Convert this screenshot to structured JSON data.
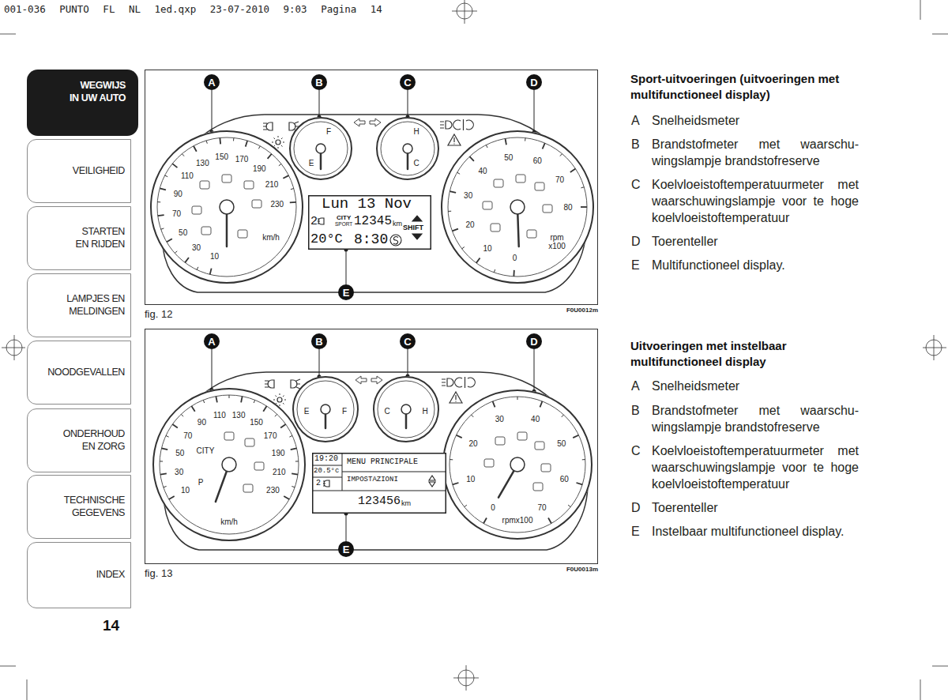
{
  "diagram": {
    "nodes": [
      {
        "text": [
          "WEGWIJS IN UW AUTO"
        ]
      },
      {
        "text": [
          "VEILIGHEID"
        ]
      },
      {
        "text": [
          "STARTEN EN RIJDEN"
        ]
      },
      {
        "text": [
          "LAMPJES EN MELDINGEN"
        ]
      },
      {
        "text": [
          "NOODGEVALLEN"
        ]
      },
      {
        "text": [
          "ONDERHOUD EN ZORG"
        ]
      },
      {
        "text": [
          "TECHNISCHE GEGEVENS"
        ]
      },
      {
        "text": [
          "INDEX"
        ]
      },
      {
        "text": [
          "fig. 12",
          "F0U0012m"
        ]
      },
      {
        "text": [
          "A"
        ],
        "in": 8
      },
      {
        "text": [
          "B"
        ],
        "in": 8
      },
      {
        "text": [
          "C"
        ],
        "in": 8
      },
      {
        "text": [
          "D"
        ],
        "in": 8
      },
      {
        "text": [
          "10",
          "30",
          "50",
          "70",
          "90",
          "110",
          "130",
          "150",
          "170",
          "190",
          "210",
          "230",
          "km/h"
        ],
        "in": 8
      },
      {
        "text": [
          "F",
          "E"
        ],
        "in": 8
      },
      {
        "text": [
          "H",
          "C"
        ],
        "in": 8
      },
      {
        "text": [
          "0",
          "10",
          "20",
          "30",
          "40",
          "50",
          "60",
          "70",
          "80",
          "rpm x100"
        ],
        "in": 8
      },
      {
        "text": [
          "Lun 13 Nov",
          "2",
          "CITY",
          "SPORT",
          "12345",
          "km",
          "SHIFT",
          "20°C",
          "8:30"
        ],
        "in": 8
      },
      {
        "text": [
          "E"
        ],
        "in": 8
      },
      {
        "text": [
          "fig. 13",
          "F0U0013m"
        ]
      },
      {
        "text": [
          "A"
        ],
        "in": 19
      },
      {
        "text": [
          "B"
        ],
        "in": 19
      },
      {
        "text": [
          "C"
        ],
        "in": 19
      },
      {
        "text": [
          "D"
        ],
        "in": 19
      },
      {
        "text": [
          "10",
          "30",
          "50",
          "70",
          "90",
          "110",
          "130",
          "150",
          "170",
          "190",
          "210",
          "230",
          "CITY",
          "P",
          "km/h"
        ],
        "in": 19
      },
      {
        "text": [
          "E",
          "F"
        ],
        "in": 19
      },
      {
        "text": [
          "C",
          "H"
        ],
        "in": 19
      },
      {
        "text": [
          "0",
          "10",
          "20",
          "30",
          "40",
          "50",
          "60",
          "70",
          "rpmx100"
        ],
        "in": 19
      },
      {
        "text": [
          "19:20",
          "20.5°c",
          "2",
          "MENU PRINCIPALE",
          "IMPOSTAZIONI",
          "123456",
          "km"
        ],
        "in": 19
      },
      {
        "text": [
          "E"
        ],
        "in": 19
      }
    ],
    "edges": [
      {
        "from": 9,
        "to": 13,
        "arrow": "none"
      },
      {
        "from": 10,
        "to": 14,
        "arrow": "none"
      },
      {
        "from": 11,
        "to": 15,
        "arrow": "none"
      },
      {
        "from": 12,
        "to": 16,
        "arrow": "none"
      },
      {
        "from": 18,
        "to": 17,
        "arrow": "none"
      },
      {
        "from": 20,
        "to": 24,
        "arrow": "none"
      },
      {
        "from": 21,
        "to": 25,
        "arrow": "none"
      },
      {
        "from": 22,
        "to": 26,
        "arrow": "none"
      },
      {
        "from": 23,
        "to": 27,
        "arrow": "none"
      },
      {
        "from": 29,
        "to": 28,
        "arrow": "none"
      }
    ],
    "labels": [
      "001-036 PUNTO FL NL 1ed.qxp 23-07-2010 9:03 Pagina 14",
      "Sport-uitvoeringen (uitvoeringen met multifunctioneel display)",
      "A",
      "Snelheidsmeter",
      "B",
      "Brandstofmeter met waarschu- wingslampje brandstofreserve",
      "C",
      "Koelvloeistoftemperatuurmeter met waarschuwingslampje voor te hoge koelvloeistoftemperatuur",
      "D",
      "Toerenteller",
      "E",
      "Multifunctioneel display.",
      "Uitvoeringen met instelbaar multifunctioneel display",
      "A",
      "Snelheidsmeter",
      "B",
      "Brandstofmeter met waarschu- wingslampje brandstofreserve",
      "C",
      "Koelvloeistoftemperatuurmeter met waarschuwingslampje voor te hoge koelvloeistoftemperatuur",
      "D",
      "Toerenteller",
      "E",
      "Instelbaar multifunctioneel display.",
      "14"
    ]
  }
}
